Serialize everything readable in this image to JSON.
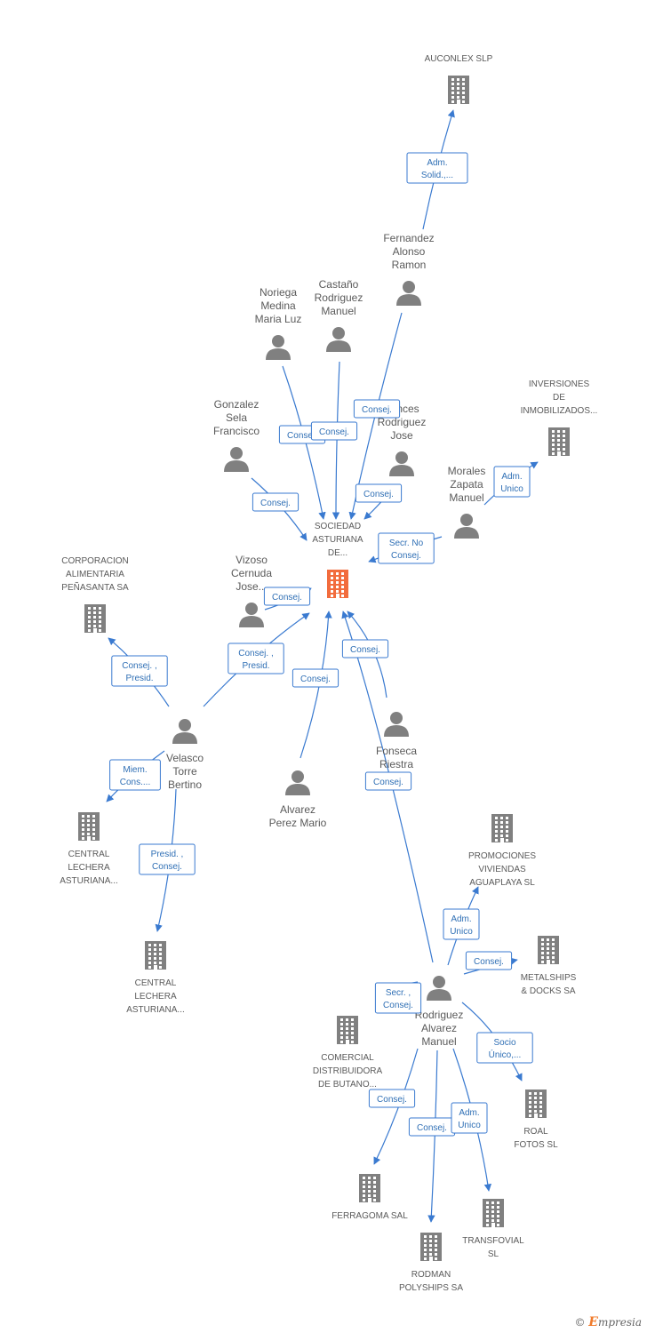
{
  "colors": {
    "edge": "#3a7ad0",
    "node": "#808080",
    "focus": "#f26c3d",
    "label_text": "#5a5a5a",
    "edge_label_text": "#2f6fb5"
  },
  "nodes": [
    {
      "id": "sociedad",
      "type": "company",
      "focus": true,
      "label": [
        "SOCIEDAD",
        "ASTURIANA",
        "DE..."
      ]
    },
    {
      "id": "auconlex",
      "type": "company",
      "label": [
        "AUCONLEX SLP"
      ]
    },
    {
      "id": "fernandez",
      "type": "person",
      "label": [
        "Fernandez",
        "Alonso",
        "Ramon"
      ]
    },
    {
      "id": "noriega",
      "type": "person",
      "label": [
        "Noriega",
        "Medina",
        "Maria Luz"
      ]
    },
    {
      "id": "castano",
      "type": "person",
      "label": [
        "Castaño",
        "Rodriguez",
        "Manuel"
      ]
    },
    {
      "id": "gonzalez",
      "type": "person",
      "label": [
        "Gonzalez",
        "Sela",
        "Francisco"
      ]
    },
    {
      "id": "fonces",
      "type": "person",
      "label": [
        "Fonces",
        "Rodriguez",
        "Jose"
      ]
    },
    {
      "id": "inversiones",
      "type": "company",
      "label": [
        "INVERSIONES",
        "DE",
        "INMOBILIZADOS..."
      ]
    },
    {
      "id": "morales",
      "type": "person",
      "label": [
        "Morales",
        "Zapata",
        "Manuel"
      ]
    },
    {
      "id": "vizoso",
      "type": "person",
      "label": [
        "Vizoso",
        "Cernuda",
        "Jose..."
      ]
    },
    {
      "id": "corporacion",
      "type": "company",
      "label": [
        "CORPORACION",
        "ALIMENTARIA",
        "PEÑASANTA SA"
      ]
    },
    {
      "id": "velasco",
      "type": "person",
      "label": [
        "Velasco",
        "Torre",
        "Bertino"
      ]
    },
    {
      "id": "fonseca",
      "type": "person",
      "label": [
        "Fonseca",
        "Riestra"
      ]
    },
    {
      "id": "alvarez",
      "type": "person",
      "label": [
        "Alvarez",
        "Perez Mario"
      ]
    },
    {
      "id": "central1",
      "type": "company",
      "label": [
        "CENTRAL",
        "LECHERA",
        "ASTURIANA..."
      ]
    },
    {
      "id": "central2",
      "type": "company",
      "label": [
        "CENTRAL",
        "LECHERA",
        "ASTURIANA..."
      ]
    },
    {
      "id": "promociones",
      "type": "company",
      "label": [
        "PROMOCIONES",
        "VIVIENDAS",
        "AGUAPLAYA SL"
      ]
    },
    {
      "id": "metalships",
      "type": "company",
      "label": [
        "METALSHIPS",
        "& DOCKS SA"
      ]
    },
    {
      "id": "rodriguez",
      "type": "person",
      "label": [
        "Rodriguez",
        "Alvarez",
        "Manuel"
      ]
    },
    {
      "id": "comercial",
      "type": "company",
      "label": [
        "COMERCIAL",
        "DISTRIBUIDORA",
        "DE BUTANO..."
      ]
    },
    {
      "id": "roal",
      "type": "company",
      "label": [
        "ROAL",
        "FOTOS SL"
      ]
    },
    {
      "id": "ferragoma",
      "type": "company",
      "label": [
        "FERRAGOMA SAL"
      ]
    },
    {
      "id": "transfovial",
      "type": "company",
      "label": [
        "TRANSFOVIAL",
        "SL"
      ]
    },
    {
      "id": "rodman",
      "type": "company",
      "label": [
        "RODMAN",
        "POLYSHIPS SA"
      ]
    }
  ],
  "edges": [
    {
      "from": "fernandez",
      "to": "auconlex",
      "label": [
        "Adm.",
        "Solid.,..."
      ]
    },
    {
      "from": "fernandez",
      "to": "sociedad",
      "label": [
        "Consej."
      ]
    },
    {
      "from": "noriega",
      "to": "sociedad",
      "label": [
        "Consej."
      ]
    },
    {
      "from": "castano",
      "to": "sociedad",
      "label": [
        "Consej."
      ]
    },
    {
      "from": "gonzalez",
      "to": "sociedad",
      "label": [
        "Consej."
      ]
    },
    {
      "from": "fonces",
      "to": "sociedad",
      "label": [
        "Consej."
      ]
    },
    {
      "from": "morales",
      "to": "inversiones",
      "label": [
        "Adm.",
        "Unico"
      ]
    },
    {
      "from": "morales",
      "to": "sociedad",
      "label": [
        "Secr.  No",
        "Consej."
      ]
    },
    {
      "from": "vizoso",
      "to": "sociedad",
      "label": [
        "Consej."
      ]
    },
    {
      "from": "velasco",
      "to": "sociedad",
      "label": [
        "Consej. ,",
        "Presid."
      ]
    },
    {
      "from": "velasco",
      "to": "corporacion",
      "label": [
        "Consej. ,",
        "Presid."
      ]
    },
    {
      "from": "velasco",
      "to": "central1",
      "label": [
        "Miem.",
        "Cons...."
      ]
    },
    {
      "from": "velasco",
      "to": "central2",
      "label": [
        "Presid. ,",
        "Consej."
      ]
    },
    {
      "from": "alvarez",
      "to": "sociedad",
      "label": [
        "Consej."
      ]
    },
    {
      "from": "fonseca",
      "to": "sociedad",
      "label": [
        "Consej."
      ]
    },
    {
      "from": "rodriguez",
      "to": "sociedad",
      "label": [
        "Consej."
      ]
    },
    {
      "from": "rodriguez",
      "to": "promociones",
      "label": [
        "Adm.",
        "Unico"
      ]
    },
    {
      "from": "rodriguez",
      "to": "metalships",
      "label": [
        "Consej."
      ]
    },
    {
      "from": "rodriguez",
      "to": "comercial",
      "label": [
        "Secr. ,",
        "Consej."
      ]
    },
    {
      "from": "rodriguez",
      "to": "roal",
      "label": [
        "Socio",
        "Único,..."
      ]
    },
    {
      "from": "rodriguez",
      "to": "ferragoma",
      "label": [
        "Consej."
      ]
    },
    {
      "from": "rodriguez",
      "to": "rodman",
      "label": [
        "Consej."
      ]
    },
    {
      "from": "rodriguez",
      "to": "transfovial",
      "label": [
        "Adm.",
        "Unico"
      ]
    }
  ],
  "footer": {
    "symbol": "©",
    "brand_initial": "E",
    "brand_rest": "mpresia"
  }
}
